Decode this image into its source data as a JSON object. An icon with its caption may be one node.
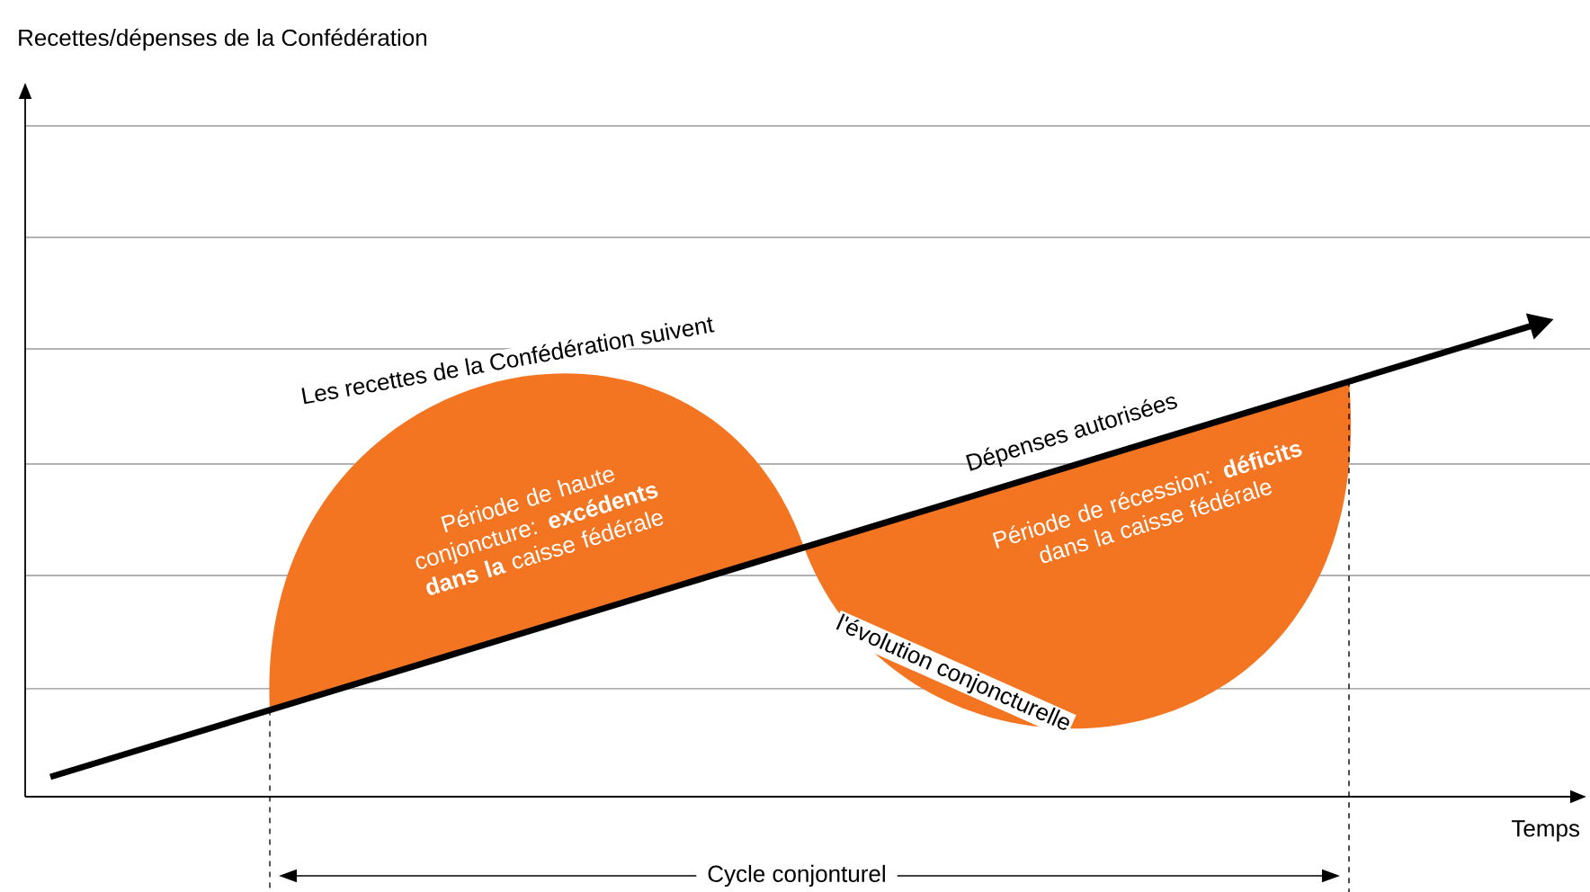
{
  "diagram": {
    "nodes": [
      {
        "text": [
          "Période de haute conjoncture: **excédents dans la** caisse fédérale"
        ]
      },
      {
        "text": [
          "Période de récession: **déficits** dans la caisse fédérale"
        ]
      }
    ],
    "labels": [
      "Recettes/dépenses de la Confédération",
      "Les recettes de la Confédération suivent",
      "Dépenses autorisées",
      "l'évolution conjoncturelle",
      "Temps",
      "Cycle conjonturel"
    ]
  }
}
